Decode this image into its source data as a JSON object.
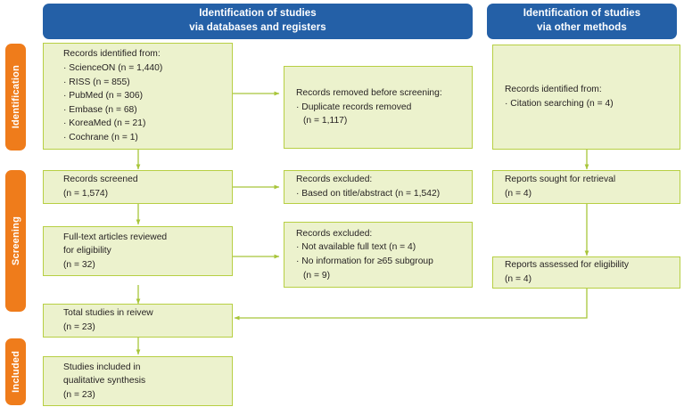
{
  "headers": [
    {
      "line1": "Identification of studies",
      "line2": "via databases and registers"
    },
    {
      "line1": "Identification of studies",
      "line2": "via other methods"
    }
  ],
  "stages": [
    {
      "label": "Identification"
    },
    {
      "label": "Screening"
    },
    {
      "label": "Included"
    }
  ],
  "boxes": {
    "records_identified": {
      "lines": [
        "Records identified from:",
        "· ScienceON (n = 1,440)",
        "· RISS (n = 855)",
        "· PubMed (n = 306)",
        "· Embase (n = 68)",
        "· KoreaMed (n = 21)",
        "· Cochrane (n = 1)"
      ]
    },
    "records_removed": {
      "lines": [
        "Records removed before screening:",
        "· Duplicate records removed",
        "(n = 1,117)"
      ]
    },
    "other_identified": {
      "lines": [
        "Records identified from:",
        "· Citation searching (n = 4)"
      ]
    },
    "records_screened": {
      "lines": [
        "Records screened",
        "(n = 1,574)"
      ]
    },
    "records_excluded_1": {
      "lines": [
        "Records excluded:",
        "· Based on title/abstract (n = 1,542)"
      ]
    },
    "reports_sought": {
      "lines": [
        "Reports sought for retrieval",
        "(n = 4)"
      ]
    },
    "fulltext_reviewed": {
      "lines": [
        "Full-text articles reviewed",
        "for eligibility",
        "(n = 32)"
      ]
    },
    "records_excluded_2": {
      "lines": [
        "Records excluded:",
        "· Not available full text (n = 4)",
        "· No information for ≥65 subgroup",
        "(n = 9)"
      ]
    },
    "reports_assessed": {
      "lines": [
        "Reports assessed for eligibility",
        "(n = 4)"
      ]
    },
    "total_studies": {
      "lines": [
        "Total studies in reivew",
        "(n = 23)"
      ]
    },
    "studies_included": {
      "lines": [
        "Studies included in",
        "qualitative synthesis",
        "(n = 23)"
      ]
    }
  },
  "colors": {
    "header_blue": "#2460a7",
    "stage_orange": "#ef7c1b",
    "box_fill": "#ecf2cd",
    "box_border": "#b7cf43",
    "arrow": "#a8c53a",
    "text": "#231f20"
  }
}
